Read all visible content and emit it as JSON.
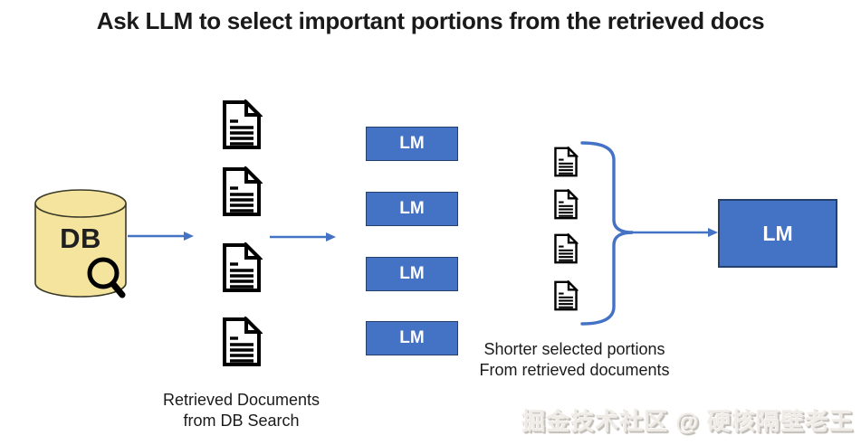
{
  "title": "Ask LLM to select important portions from the retrieved docs",
  "database": {
    "label": "DB",
    "icon": "magnifier-icon"
  },
  "retrieved_docs": {
    "doc_count": 4,
    "icon": "document-icon",
    "caption": [
      "Retrieved Documents",
      "from DB Search"
    ]
  },
  "lm_selectors": {
    "labels": [
      "LM",
      "LM",
      "LM",
      "LM"
    ]
  },
  "selected_portions": {
    "doc_count": 4,
    "icon": "document-icon",
    "caption": [
      "Shorter selected portions",
      "From retrieved documents"
    ]
  },
  "final_lm": {
    "label": "LM"
  },
  "watermark": "掘金技术社区 @ 硬核隔壁老王",
  "colors": {
    "accent_blue": "#4472C4",
    "box_border": "#24406B",
    "db_fill": "#F5E49E",
    "db_stroke": "#3A3A28",
    "ink": "#1A1A1A",
    "watermark_gray": "#C9C5BF"
  }
}
